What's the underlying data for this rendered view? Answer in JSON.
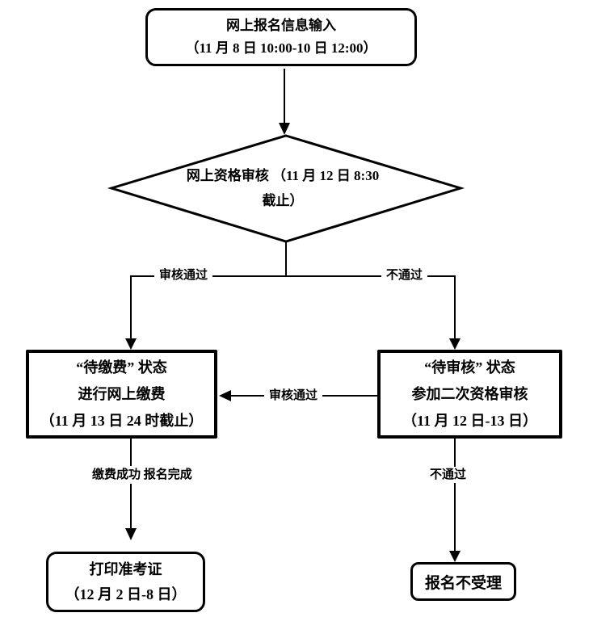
{
  "flowchart": {
    "nodes": {
      "start": {
        "line1": "网上报名信息输入",
        "line2": "（11 月 8 日 10:00-10 日 12:00）"
      },
      "review_decision": {
        "line1": "网上资格审核",
        "line2": "（11 月 12 日 8:30 截止）"
      },
      "pay": {
        "line1": "“待缴费” 状态",
        "line2": "进行网上缴费",
        "line3": "（11 月 13 日 24 时截止）"
      },
      "second_review": {
        "line1": "“待审核” 状态",
        "line2": "参加二次资格审核",
        "line3": "（11 月 12 日-13 日）"
      },
      "print_ticket": {
        "line1": "打印准考证",
        "line2": "（12 月 2 日-8 日）"
      },
      "reject": {
        "label": "报名不受理"
      }
    },
    "edge_labels": {
      "approved_left": "审核通过",
      "not_approved_top": "不通过",
      "second_approved": "审核通过",
      "pay_success_line1": "缴费成功",
      "pay_success_line2": "报名完成",
      "not_approved_bottom": "不通过"
    },
    "colors": {
      "line": "#000000",
      "background": "#ffffff",
      "text": "#000000"
    }
  }
}
